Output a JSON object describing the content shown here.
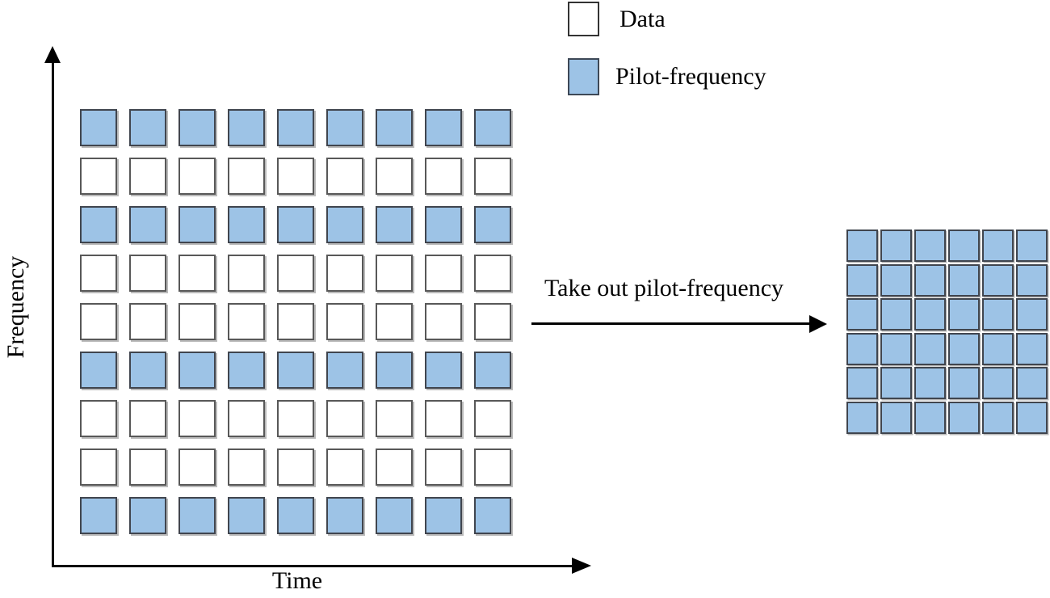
{
  "colors": {
    "pilot_fill": "#9DC3E6",
    "data_fill": "#FFFFFF",
    "pilot_border": "#40454E",
    "data_border": "#585858",
    "axis_color": "#000000"
  },
  "axes": {
    "y_label": "Frequency",
    "x_label": "Time"
  },
  "legend": {
    "items": [
      {
        "label": "Data",
        "swatch": "data"
      },
      {
        "label": "Pilot-frequency",
        "swatch": "pilot"
      }
    ]
  },
  "transform_arrow": {
    "label": "Take out pilot-frequency"
  },
  "left_grid": {
    "description": "time-frequency resource grid",
    "rows": 9,
    "cols": 9,
    "pilot_row_indices": [
      0,
      2,
      5,
      8
    ],
    "row_pattern": [
      "pilot",
      "data",
      "pilot",
      "data",
      "data",
      "pilot",
      "data",
      "data",
      "pilot"
    ]
  },
  "right_grid": {
    "description": "extracted pilot-frequency grid",
    "rows": 6,
    "cols": 6,
    "all_pilot": true
  }
}
